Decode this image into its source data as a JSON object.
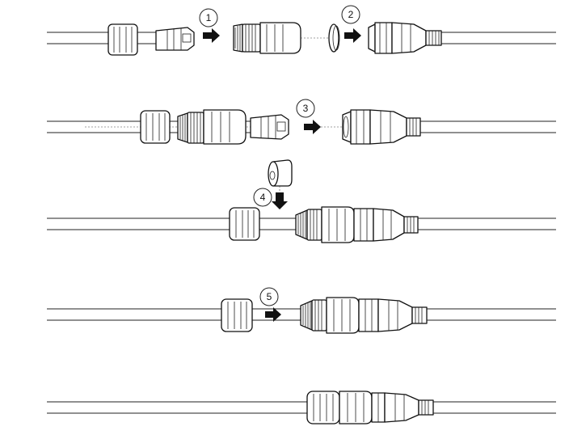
{
  "steps": [
    {
      "label": "1"
    },
    {
      "label": "2"
    },
    {
      "label": "3"
    },
    {
      "label": "4"
    },
    {
      "label": "5"
    }
  ],
  "colors": {
    "stroke": "#111111",
    "background": "#ffffff",
    "arrow": "#111111"
  }
}
